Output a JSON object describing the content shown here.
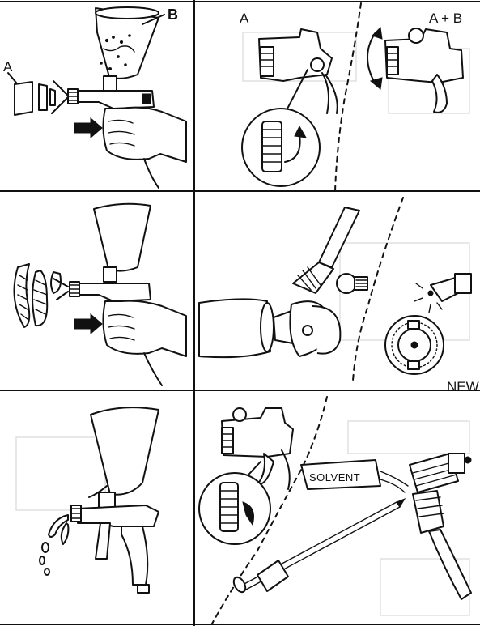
{
  "labels": {
    "panel1_a": "A",
    "panel1_b": "B",
    "panel2_a": "A",
    "panel2_ab": "A + B",
    "panel4_new": "NEW",
    "panel6_solvent": "SOLVENT"
  },
  "colors": {
    "ink": "#111111",
    "paper": "#ffffff",
    "ghost": "#d8d8d8"
  }
}
